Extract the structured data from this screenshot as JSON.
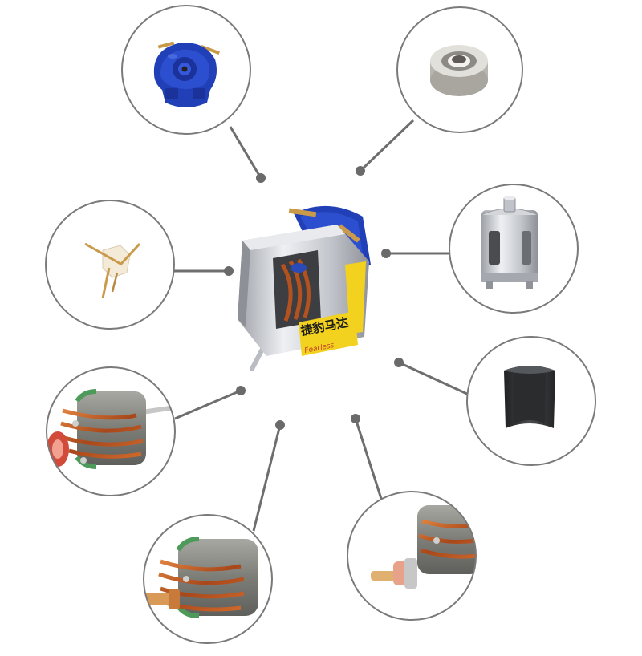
{
  "motor": {
    "label_text": "捷豹马达",
    "brand_text": "Fearless"
  },
  "colors": {
    "circle_border": "#7a7a7a",
    "leader_line": "#6e6e6e",
    "blue_part": "#2140b8",
    "steel": "#c9ccd2",
    "copper": "#b4521f",
    "label_yellow": "#f2d21f",
    "magnet": "#2f3133",
    "stator": "#8a8a85",
    "insulation_green": "#4e9a5a"
  },
  "parts": [
    {
      "name": "end-cap"
    },
    {
      "name": "bearing"
    },
    {
      "name": "brush"
    },
    {
      "name": "steel-housing"
    },
    {
      "name": "armature-left"
    },
    {
      "name": "magnet"
    },
    {
      "name": "armature-bottom"
    },
    {
      "name": "armature-right"
    }
  ]
}
